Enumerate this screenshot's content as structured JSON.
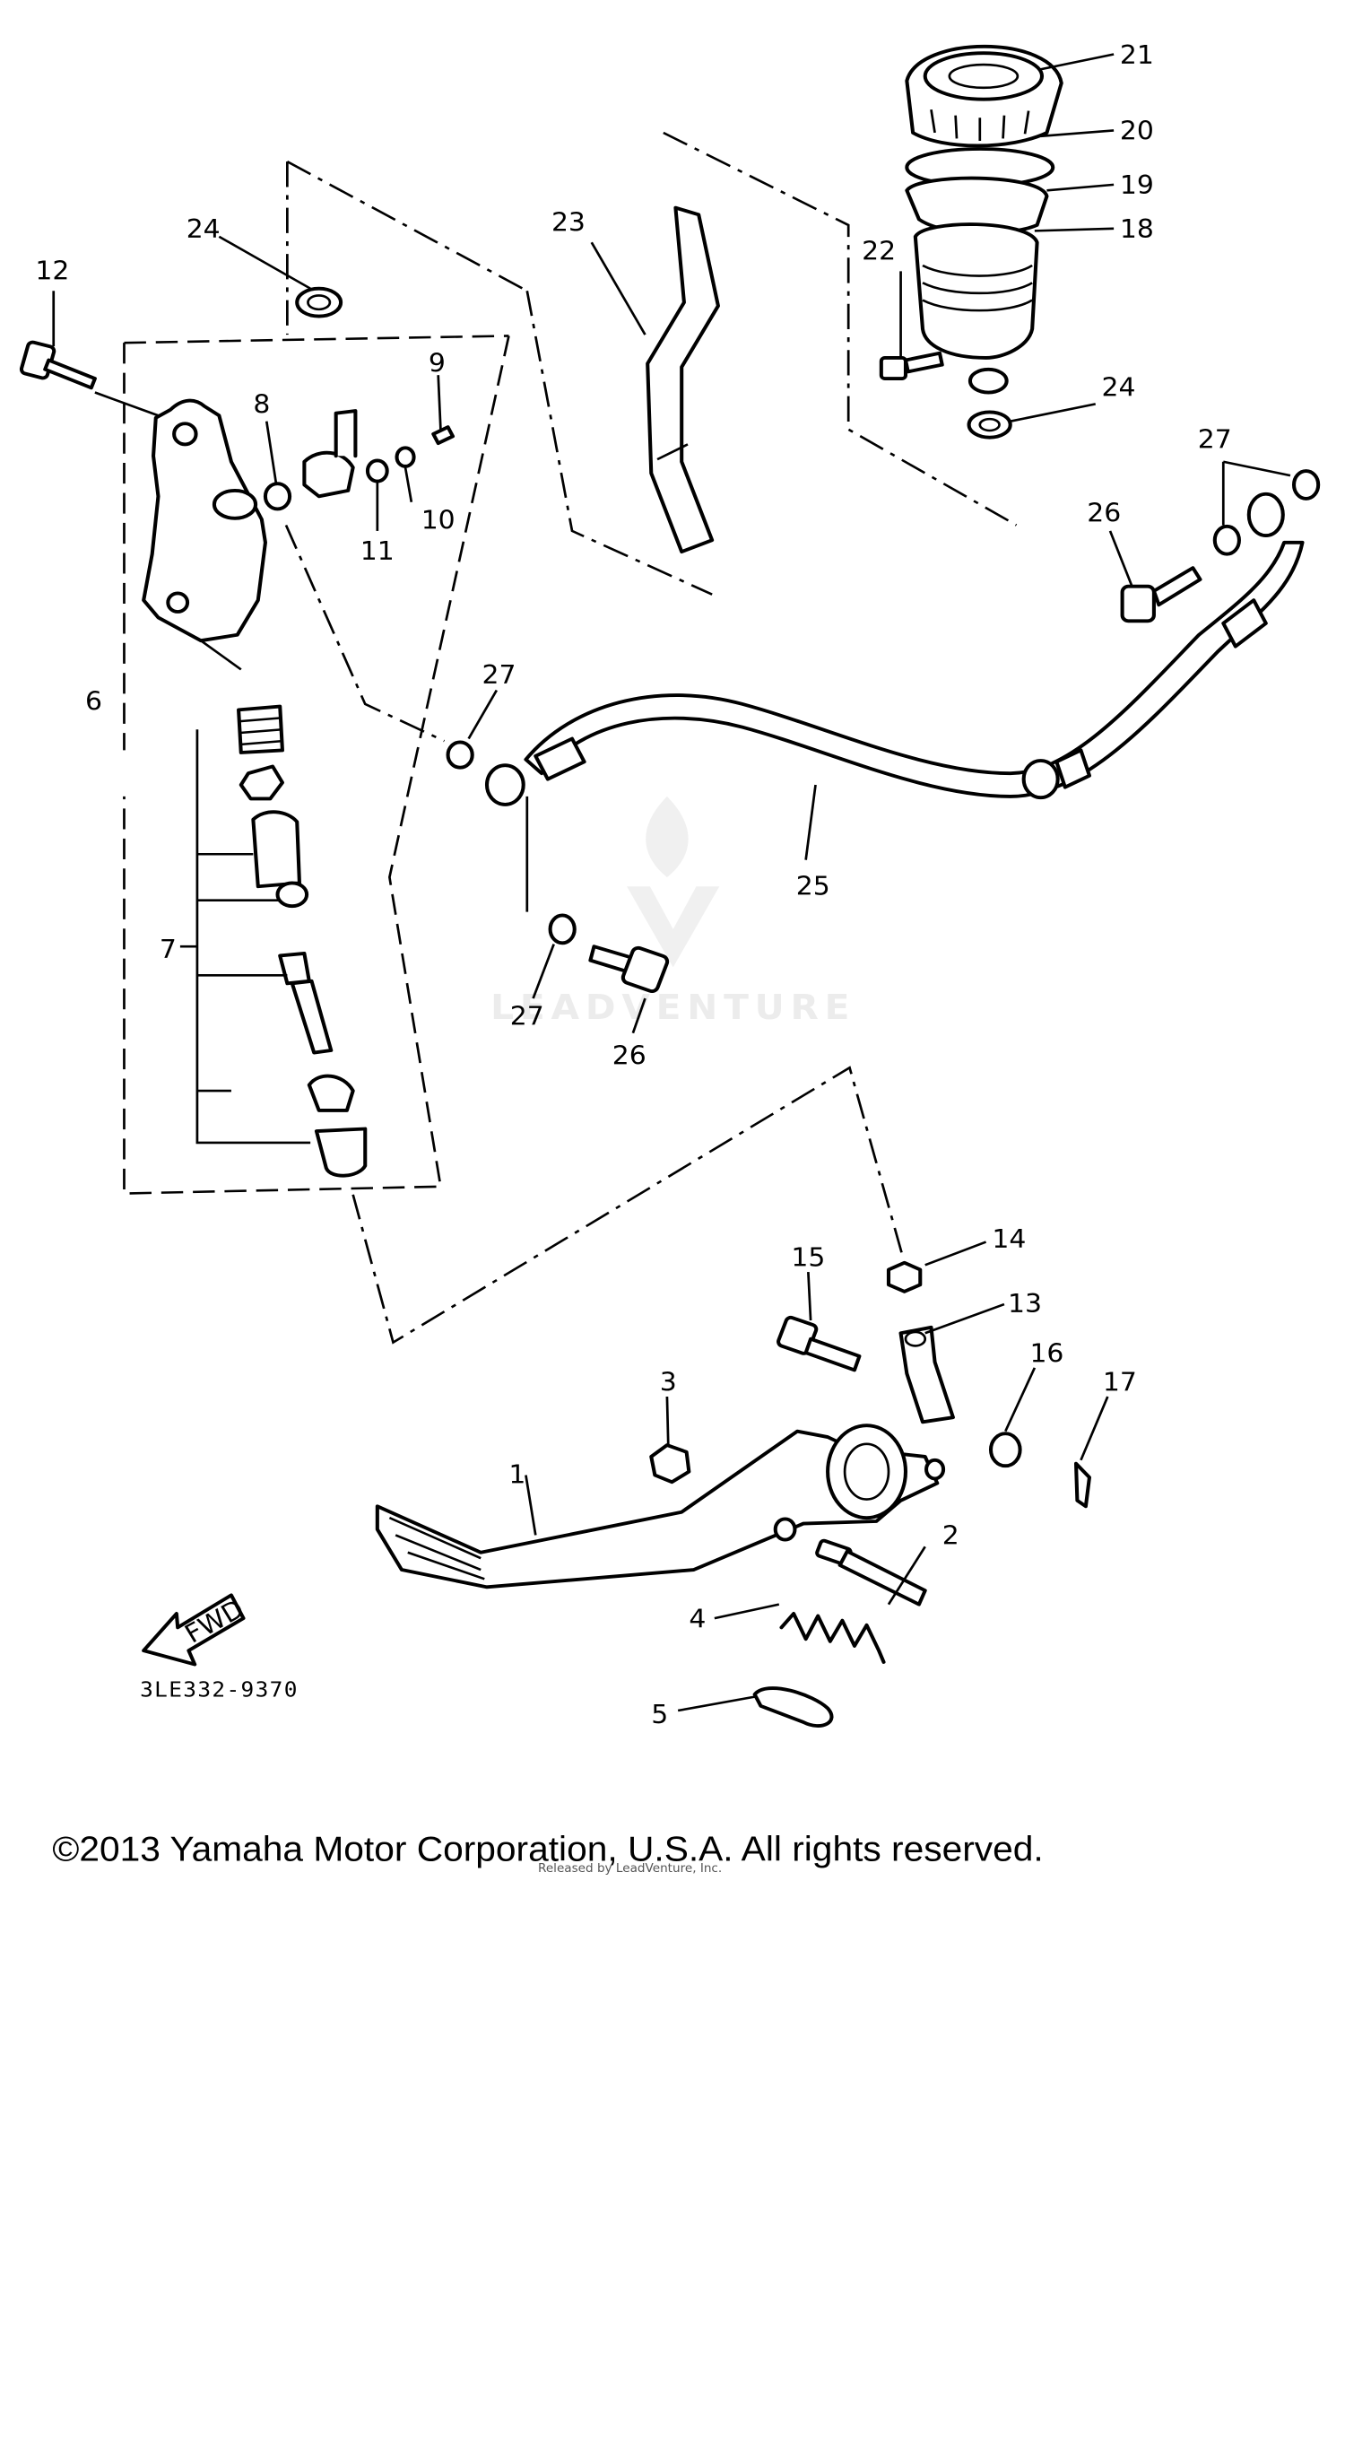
{
  "diagram": {
    "callouts": [
      {
        "id": "1",
        "label": "1"
      },
      {
        "id": "2",
        "label": "2"
      },
      {
        "id": "3",
        "label": "3"
      },
      {
        "id": "4",
        "label": "4"
      },
      {
        "id": "5",
        "label": "5"
      },
      {
        "id": "6",
        "label": "6"
      },
      {
        "id": "7",
        "label": "7"
      },
      {
        "id": "8",
        "label": "8"
      },
      {
        "id": "9",
        "label": "9"
      },
      {
        "id": "10",
        "label": "10"
      },
      {
        "id": "11",
        "label": "11"
      },
      {
        "id": "12",
        "label": "12"
      },
      {
        "id": "13",
        "label": "13"
      },
      {
        "id": "14",
        "label": "14"
      },
      {
        "id": "15",
        "label": "15"
      },
      {
        "id": "16",
        "label": "16"
      },
      {
        "id": "17",
        "label": "17"
      },
      {
        "id": "18",
        "label": "18"
      },
      {
        "id": "19",
        "label": "19"
      },
      {
        "id": "20",
        "label": "20"
      },
      {
        "id": "21",
        "label": "21"
      },
      {
        "id": "22",
        "label": "22"
      },
      {
        "id": "23",
        "label": "23"
      },
      {
        "id": "24",
        "label": "24"
      },
      {
        "id": "25",
        "label": "25"
      },
      {
        "id": "26",
        "label": "26"
      },
      {
        "id": "27",
        "label": "27"
      }
    ],
    "fwd_label": "FWD",
    "reference_code": "3LE332-9370",
    "watermark_text": "LEADVENTURE"
  },
  "footer": {
    "copyright": "©2013 Yamaha Motor Corporation, U.S.A. All rights reserved.",
    "fine_print": "Released by LeadVenture, Inc."
  }
}
